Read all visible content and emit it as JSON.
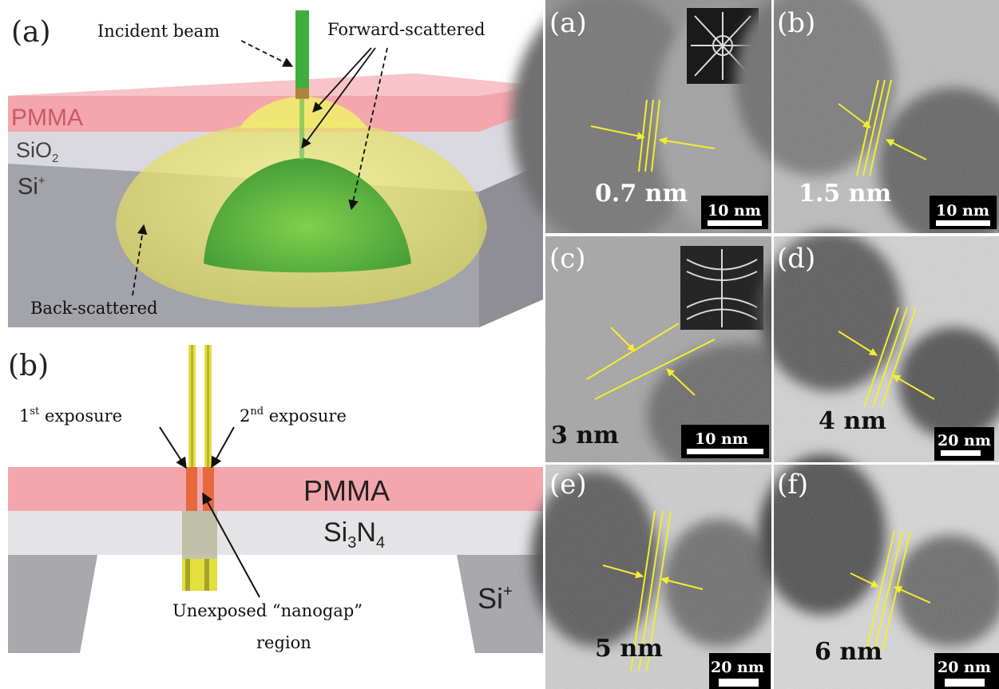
{
  "panel_a": {
    "label": "(a)",
    "incident_beam": "Incident beam",
    "forward_scattered": "Forward-scattered",
    "back_scattered": "Back-scattered",
    "layer_pmma": "PMMA",
    "layer_sio2": "SiO",
    "layer_sio2_sub": "2",
    "layer_si": "Si",
    "layer_si_sup": "+"
  },
  "panel_b": {
    "label": "(b)",
    "first_exposure_sup": "st",
    "first_exposure_num": "1",
    "first_exposure_text": " exposure",
    "second_exposure_num": "2",
    "second_exposure_sup": "nd",
    "second_exposure_text": " exposure",
    "layer_pmma": "PMMA",
    "layer_si3n4_a": "Si",
    "layer_si3n4_sub1": "3",
    "layer_si3n4_b": "N",
    "layer_si3n4_sub2": "4",
    "layer_si": "Si",
    "layer_si_sup": "+",
    "nanogap_line1": "Unexposed “nanogap”",
    "nanogap_line2": "region"
  },
  "tem_panels": [
    {
      "label": "(a)",
      "gap": "0.7 nm",
      "scale": "10 nm"
    },
    {
      "label": "(b)",
      "gap": "1.5 nm",
      "scale": "10 nm"
    },
    {
      "label": "(c)",
      "gap": "3 nm",
      "scale": "10 nm"
    },
    {
      "label": "(d)",
      "gap": "4 nm",
      "scale": "20 nm"
    },
    {
      "label": "(e)",
      "gap": "5 nm",
      "scale": "20 nm"
    },
    {
      "label": "(f)",
      "gap": "6 nm",
      "scale": "20 nm"
    }
  ],
  "colors": {
    "pmma": "#f4a6ad",
    "beam_green": "#3fae3f",
    "forward_yellow": "#f1ee7a",
    "arrow_yellow": "#f2ee30",
    "silicon_grey": "#a9a9ae",
    "tem_grey": "#8e8e8e"
  }
}
